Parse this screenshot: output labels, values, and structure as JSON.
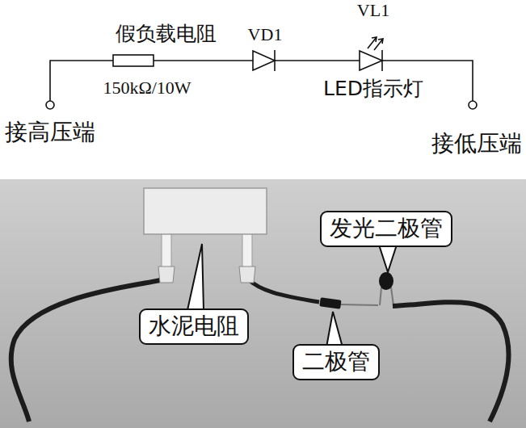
{
  "diagram": {
    "nodes": [
      {
        "text": [
          "发光二极管"
        ]
      },
      {
        "text": [
          "水泥电阻"
        ]
      },
      {
        "text": [
          "二极管"
        ]
      }
    ],
    "labels": [
      "VL1",
      "假负载电阻",
      "VD1",
      "150kΩ/10W",
      "LED指示灯",
      "接高压端",
      "接低压端"
    ]
  }
}
